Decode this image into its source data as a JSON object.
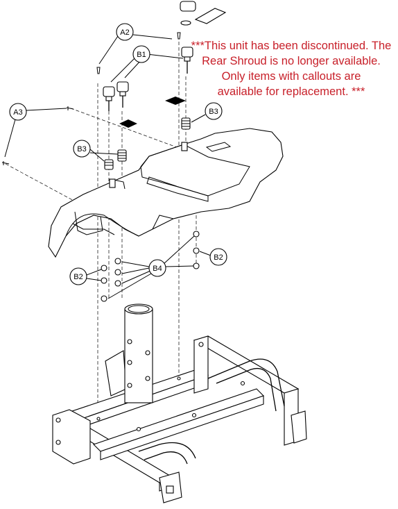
{
  "note": {
    "line1": "***This unit has been discontinued. The",
    "line2": "Rear Shroud is no longer available.",
    "line3": "Only items with callouts are",
    "line4": "available for replacement. ***",
    "color": "#c8202a"
  },
  "callouts": {
    "a2": "A2",
    "a3": "A3",
    "b1": "B1",
    "b2_left": "B2",
    "b2_right": "B2",
    "b3_left": "B3",
    "b3_right": "B3",
    "b4": "B4"
  }
}
